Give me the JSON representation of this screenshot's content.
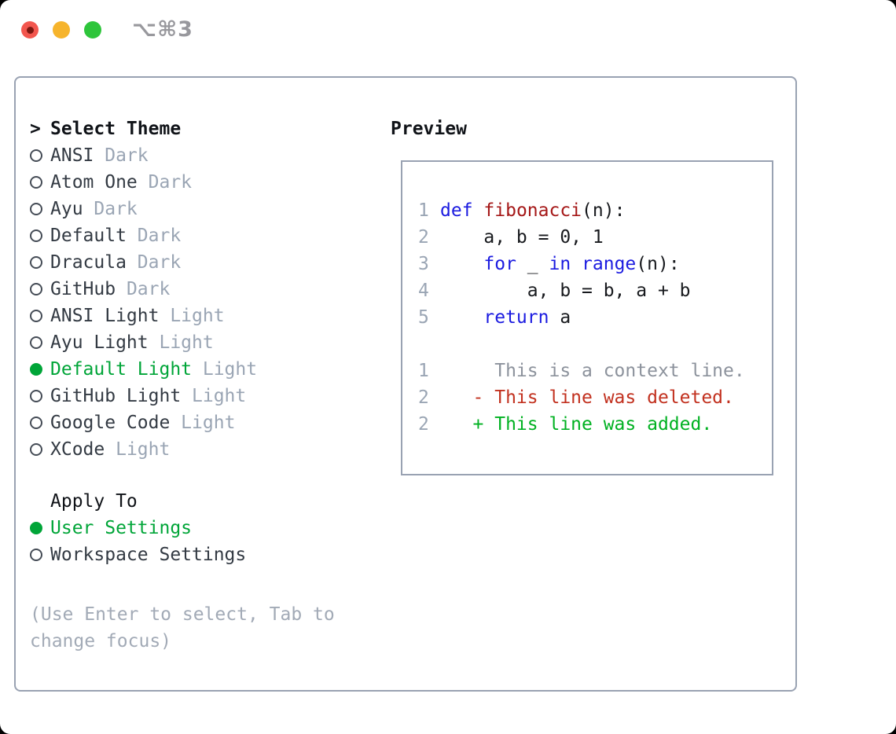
{
  "window": {
    "title": "⌥⌘3"
  },
  "theme_panel": {
    "header": {
      "marker": ">",
      "label": "Select Theme"
    },
    "items": [
      {
        "name": "ANSI",
        "variant": "Dark",
        "selected": false
      },
      {
        "name": "Atom One",
        "variant": "Dark",
        "selected": false
      },
      {
        "name": "Ayu",
        "variant": "Dark",
        "selected": false
      },
      {
        "name": "Default",
        "variant": "Dark",
        "selected": false
      },
      {
        "name": "Dracula",
        "variant": "Dark",
        "selected": false
      },
      {
        "name": "GitHub",
        "variant": "Dark",
        "selected": false
      },
      {
        "name": "ANSI Light",
        "variant": "Light",
        "selected": false
      },
      {
        "name": "Ayu Light",
        "variant": "Light",
        "selected": false
      },
      {
        "name": "Default Light",
        "variant": "Light",
        "selected": true
      },
      {
        "name": "GitHub Light",
        "variant": "Light",
        "selected": false
      },
      {
        "name": "Google Code",
        "variant": "Light",
        "selected": false
      },
      {
        "name": "XCode",
        "variant": "Light",
        "selected": false
      }
    ],
    "apply_to": {
      "label": "Apply To",
      "options": [
        {
          "label": "User Settings",
          "selected": true
        },
        {
          "label": "Workspace Settings",
          "selected": false
        }
      ]
    },
    "hint_lines": [
      "(Use Enter to select, Tab to",
      "change focus)"
    ]
  },
  "preview": {
    "label": "Preview",
    "code_lines": [
      {
        "num": "1",
        "segments": [
          {
            "t": "def",
            "c": "keyword"
          },
          {
            "t": " ",
            "c": "code_default"
          },
          {
            "t": "fibonacci",
            "c": "function_name"
          },
          {
            "t": "(n):",
            "c": "code_default"
          }
        ]
      },
      {
        "num": "2",
        "segments": [
          {
            "t": "    a, b = 0, 1",
            "c": "code_default"
          }
        ]
      },
      {
        "num": "3",
        "segments": [
          {
            "t": "    ",
            "c": "code_default"
          },
          {
            "t": "for",
            "c": "keyword"
          },
          {
            "t": " _ ",
            "c": "code_default"
          },
          {
            "t": "in",
            "c": "keyword"
          },
          {
            "t": " ",
            "c": "code_default"
          },
          {
            "t": "range",
            "c": "keyword"
          },
          {
            "t": "(n):",
            "c": "code_default"
          }
        ]
      },
      {
        "num": "4",
        "segments": [
          {
            "t": "        a, b = b, a + b",
            "c": "code_default"
          }
        ]
      },
      {
        "num": "5",
        "segments": [
          {
            "t": "    ",
            "c": "code_default"
          },
          {
            "t": "return",
            "c": "keyword"
          },
          {
            "t": " a",
            "c": "code_default"
          }
        ]
      },
      {
        "num": "",
        "segments": []
      },
      {
        "num": "1",
        "segments": [
          {
            "t": "     This is a context line.",
            "c": "context_line"
          }
        ]
      },
      {
        "num": "2",
        "segments": [
          {
            "t": "   - This line was deleted.",
            "c": "deleted_line"
          }
        ]
      },
      {
        "num": "2",
        "segments": [
          {
            "t": "   + This line was added.",
            "c": "added_line"
          }
        ]
      }
    ]
  },
  "colors": {
    "keyword": "#1b1be0",
    "function_name": "#a51818",
    "code_default": "#17191d",
    "context_line": "#8c929c",
    "deleted_line": "#c2311f",
    "added_line": "#00b121",
    "selection_green": "#00a538",
    "line_number": "#9aa5b4",
    "muted": "#9aa5b4",
    "item_text": "#333a43",
    "heading_text": "#101318",
    "hint_text": "#a2aab6",
    "panel_border": "#99a2b2",
    "titlebar_title": "#98989d",
    "traffic_red": "#f2564e",
    "traffic_yellow": "#f6b42c",
    "traffic_green": "#2ec53b"
  }
}
